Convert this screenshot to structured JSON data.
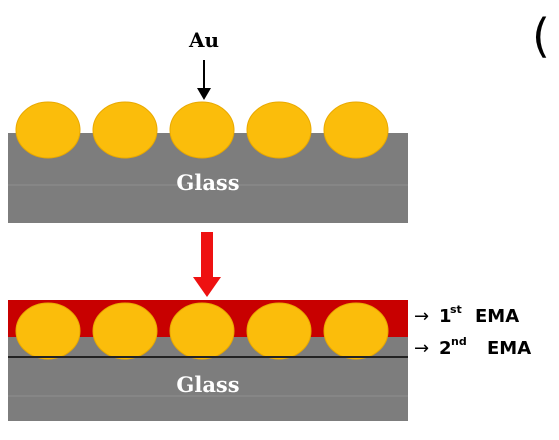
{
  "panel_label": "(",
  "top": {
    "material_label": "Au",
    "substrate_label": "Glass",
    "particle_count": 5
  },
  "bottom": {
    "substrate_label": "Glass",
    "particle_count": 5,
    "layers": [
      {
        "arrow": "→",
        "ordinal": "1",
        "suffix": "st",
        "name": "EMA"
      },
      {
        "arrow": "→",
        "ordinal": "2",
        "suffix": "nd",
        "name": "EMA"
      }
    ]
  },
  "colors": {
    "glass": "#7d7d7d",
    "glass_dark": "#6f6f6f",
    "gold": "#fbbd0b",
    "gold_edge": "#e9a900",
    "ema_red": "#c80000",
    "process_arrow": "#ee1111"
  }
}
